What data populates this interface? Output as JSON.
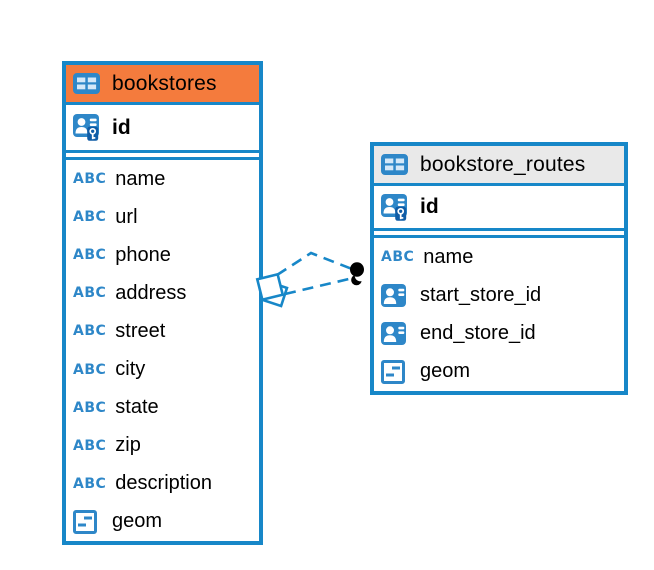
{
  "canvas": {
    "background": "#ffffff"
  },
  "colors": {
    "table_border": "#1787c8",
    "bookstores_header_bg": "#f47b3d",
    "routes_header_bg": "#e9e9e9",
    "icon_blue": "#2e87c8",
    "key_badge_blue": "#0f5ca6",
    "relationship_line": "#1787c8",
    "relationship_dot": "#000000",
    "text": "#000000"
  },
  "icons": {
    "text_type_label": "ABC",
    "table_icon": "table-grid",
    "primary_key_icon": "person-with-key",
    "foreign_key_icon": "person-card",
    "geometry_icon": "geometry-box",
    "relationship_from_marker": "diamond",
    "relationship_to_marker": "black-dot"
  },
  "tables": [
    {
      "title": "bookstores",
      "header_style": "orange",
      "primary_key": {
        "name": "id",
        "type": "primary-key"
      },
      "columns": [
        {
          "name": "name",
          "type": "text"
        },
        {
          "name": "url",
          "type": "text"
        },
        {
          "name": "phone",
          "type": "text"
        },
        {
          "name": "address",
          "type": "text"
        },
        {
          "name": "street",
          "type": "text"
        },
        {
          "name": "city",
          "type": "text"
        },
        {
          "name": "state",
          "type": "text"
        },
        {
          "name": "zip",
          "type": "text"
        },
        {
          "name": "description",
          "type": "text"
        },
        {
          "name": "geom",
          "type": "geometry"
        }
      ]
    },
    {
      "title": "bookstore_routes",
      "header_style": "gray",
      "primary_key": {
        "name": "id",
        "type": "primary-key"
      },
      "columns": [
        {
          "name": "name",
          "type": "text"
        },
        {
          "name": "start_store_id",
          "type": "foreign-key"
        },
        {
          "name": "end_store_id",
          "type": "foreign-key"
        },
        {
          "name": "geom",
          "type": "geometry"
        }
      ]
    }
  ],
  "relationship": {
    "from_table": "bookstores",
    "to_table": "bookstore_routes",
    "line_style": "dashed",
    "link_count": 2,
    "from_marker": "diamond",
    "to_marker": "black-dot"
  }
}
